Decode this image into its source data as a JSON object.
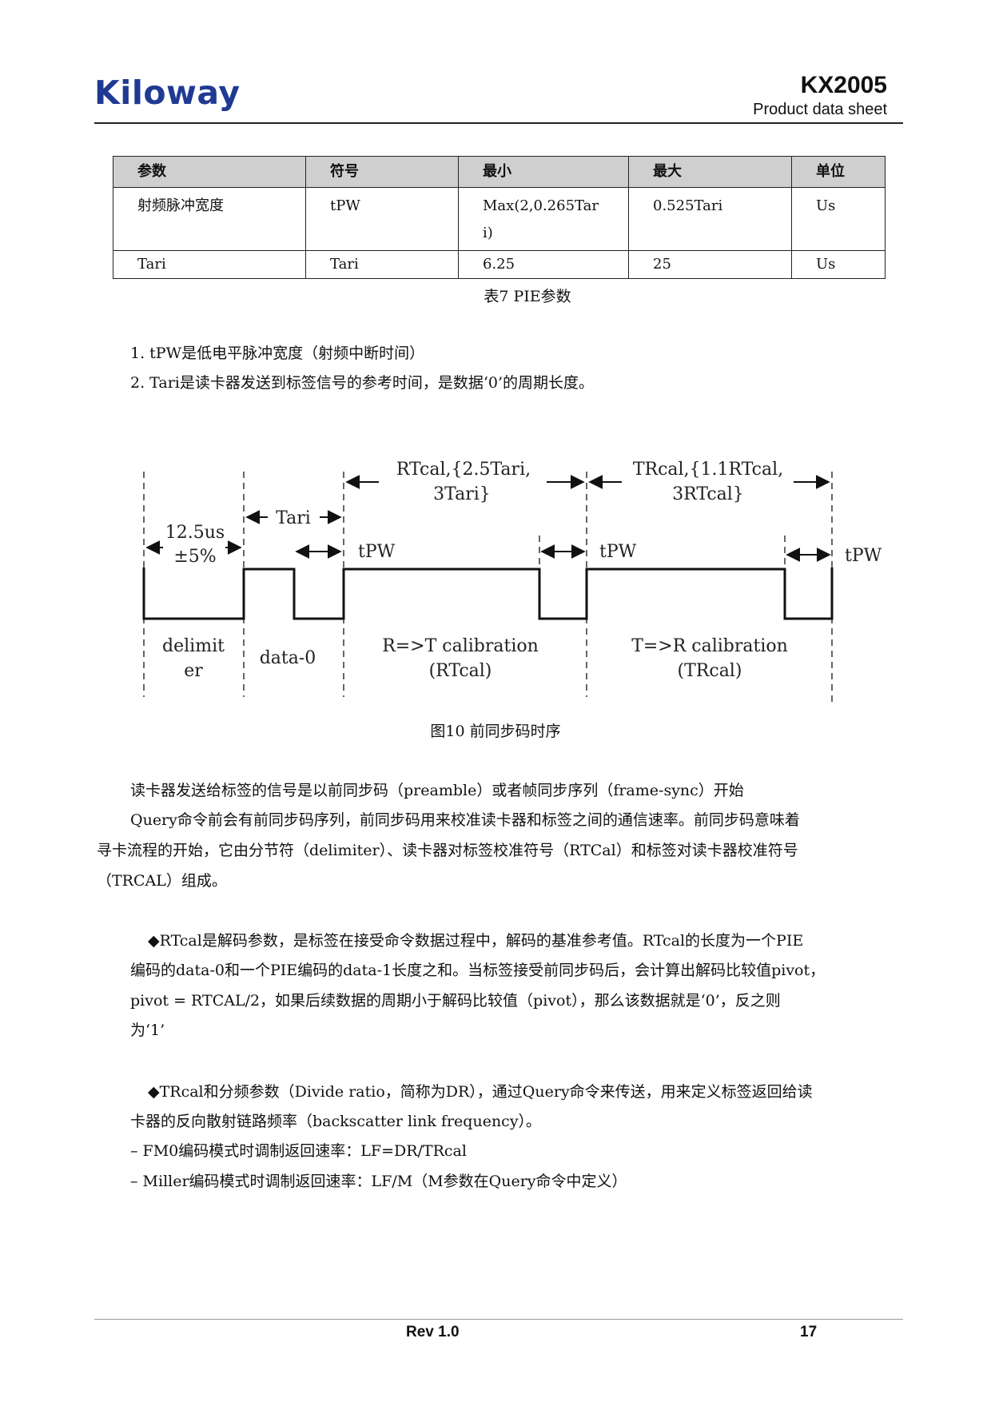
{
  "header": {
    "logo": "Kiloway",
    "model": "KX2005",
    "subtitle": "Product data sheet"
  },
  "table": {
    "headers": [
      "参数",
      "符号",
      "最小",
      "最大",
      "单位"
    ],
    "rows": [
      [
        "射频脉冲宽度",
        "tPW",
        "Max(2,0.265Tari)",
        "0.525Tari",
        "Us"
      ],
      [
        "Tari",
        "Tari",
        "6.25",
        "25",
        "Us"
      ]
    ],
    "caption": "表7  PIE参数"
  },
  "notes": [
    "1. tPW是低电平脉冲宽度（射频中断时间）",
    "2. Tari是读卡器发送到标签信号的参考时间，是数据‘0’的周期长度。"
  ],
  "diagram": {
    "labels": {
      "rtcal_top_1": "RTcal,{2.5Tari,",
      "rtcal_top_2": "3Tari}",
      "trcal_top_1": "TRcal,{1.1RTcal,",
      "trcal_top_2": "3RTcal}",
      "tari": "Tari",
      "delim_time_1": "12.5us",
      "delim_time_2": "±5%",
      "tpw": "tPW",
      "delimiter_1": "delimit",
      "delimiter_2": "er",
      "data0": "data-0",
      "rt_cal_1": "R=>T calibration",
      "rt_cal_2": "(RTcal)",
      "tr_cal_1": "T=>R calibration",
      "tr_cal_2": "(TRcal)"
    },
    "caption": "图10   前同步码时序"
  },
  "paragraphs": {
    "p1_line1": "读卡器发送给标签的信号是以前同步码（preamble）或者帧同步序列（frame-sync）开始",
    "p1_line2": "Query命令前会有前同步码序列，前同步码用来校准读卡器和标签之间的通信速率。前同步码意味着",
    "p1_line3": "寻卡流程的开始，它由分节符（delimiter）、读卡器对标签校准符号（RTCal）和标签对读卡器校准符号",
    "p1_line4": "（TRCAL）组成。",
    "p2_line1": "◆RTcal是解码参数，是标签在接受命令数据过程中，解码的基准参考值。RTcal的长度为一个PIE",
    "p2_line2": "编码的data-0和一个PIE编码的data-1长度之和。当标签接受前同步码后，会计算出解码比较值pivot，",
    "p2_line3": "pivot = RTCAL/2，如果后续数据的周期小于解码比较值（pivot），那么该数据就是‘0’，反之则",
    "p2_line4": "为‘1’",
    "p3_line1": "◆TRcal和分频参数（Divide ratio，简称为DR），通过Query命令来传送，用来定义标签返回给读",
    "p3_line2": "卡器的反向散射链路频率（backscatter link frequency）。",
    "p3_line3": "–  FM0编码模式时调制返回速率：LF=DR/TRcal",
    "p3_line4": "–  Miller编码模式时调制返回速率：LF/M（M参数在Query命令中定义）"
  },
  "footer": {
    "rev": "Rev 1.0",
    "page": "17"
  }
}
